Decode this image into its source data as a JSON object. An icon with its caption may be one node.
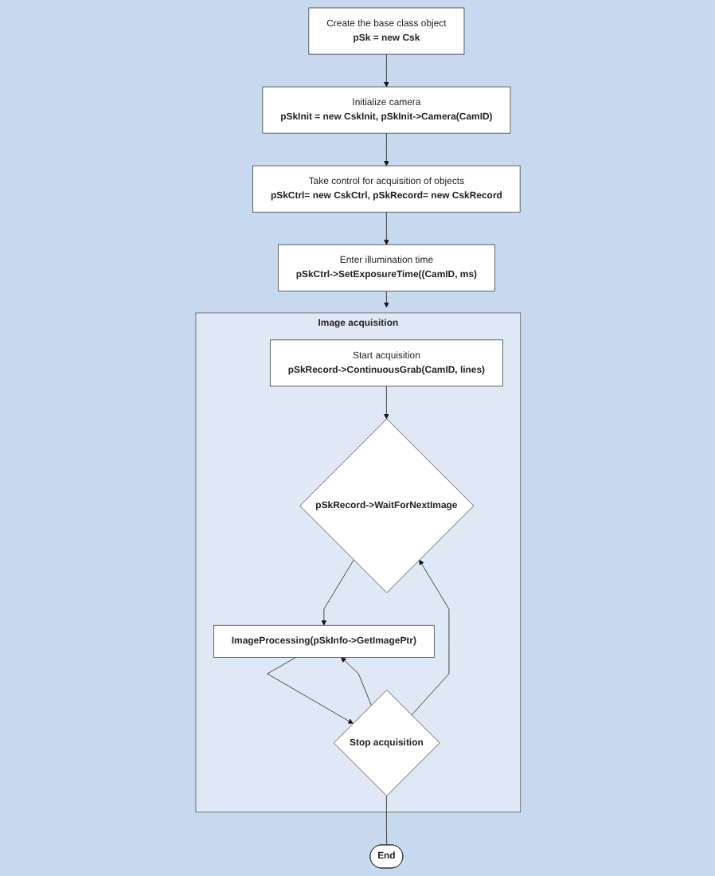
{
  "diagram": {
    "nodes": [
      {
        "text": [
          "Create the base class object",
          "pSk = new Csk"
        ]
      },
      {
        "text": [
          "Initialize camera",
          "pSkInit = new CskInit,  pSkInit->Camera(CamID)"
        ]
      },
      {
        "text": [
          "Take control for acquisition of objects",
          "pSkCtrl= new CskCtrl,  pSkRecord= new CskRecord"
        ]
      },
      {
        "text": [
          "Enter illumination time",
          "pSkCtrl->SetExposureTime((CamID, ms)"
        ]
      },
      {
        "text": [
          "Image acquisition"
        ]
      },
      {
        "text": [
          "Start acquisition",
          "pSkRecord->ContinuousGrab(CamID, lines)"
        ],
        "in": 4
      },
      {
        "text": [
          "pSkRecord->WaitForNextImage"
        ],
        "in": 4
      },
      {
        "text": [
          "ImageProcessing(pSkInfo->GetImagePtr)"
        ],
        "in": 4
      },
      {
        "text": [
          "Stop acquisition"
        ],
        "in": 4
      },
      {
        "text": [
          "End"
        ]
      }
    ],
    "edges": [
      {
        "from": 0,
        "to": 1,
        "arrow": "to"
      },
      {
        "from": 1,
        "to": 2,
        "arrow": "to"
      },
      {
        "from": 2,
        "to": 3,
        "arrow": "to"
      },
      {
        "from": 3,
        "to": 4,
        "arrow": "to"
      },
      {
        "from": 5,
        "to": 6,
        "arrow": "to"
      },
      {
        "from": 6,
        "to": 7,
        "arrow": "to"
      },
      {
        "from": 7,
        "to": 8,
        "arrow": "to"
      },
      {
        "from": 8,
        "to": 6,
        "arrow": "to"
      },
      {
        "from": 8,
        "to": 7,
        "arrow": "to"
      },
      {
        "from": 8,
        "to": 9,
        "arrow": "none"
      }
    ]
  }
}
